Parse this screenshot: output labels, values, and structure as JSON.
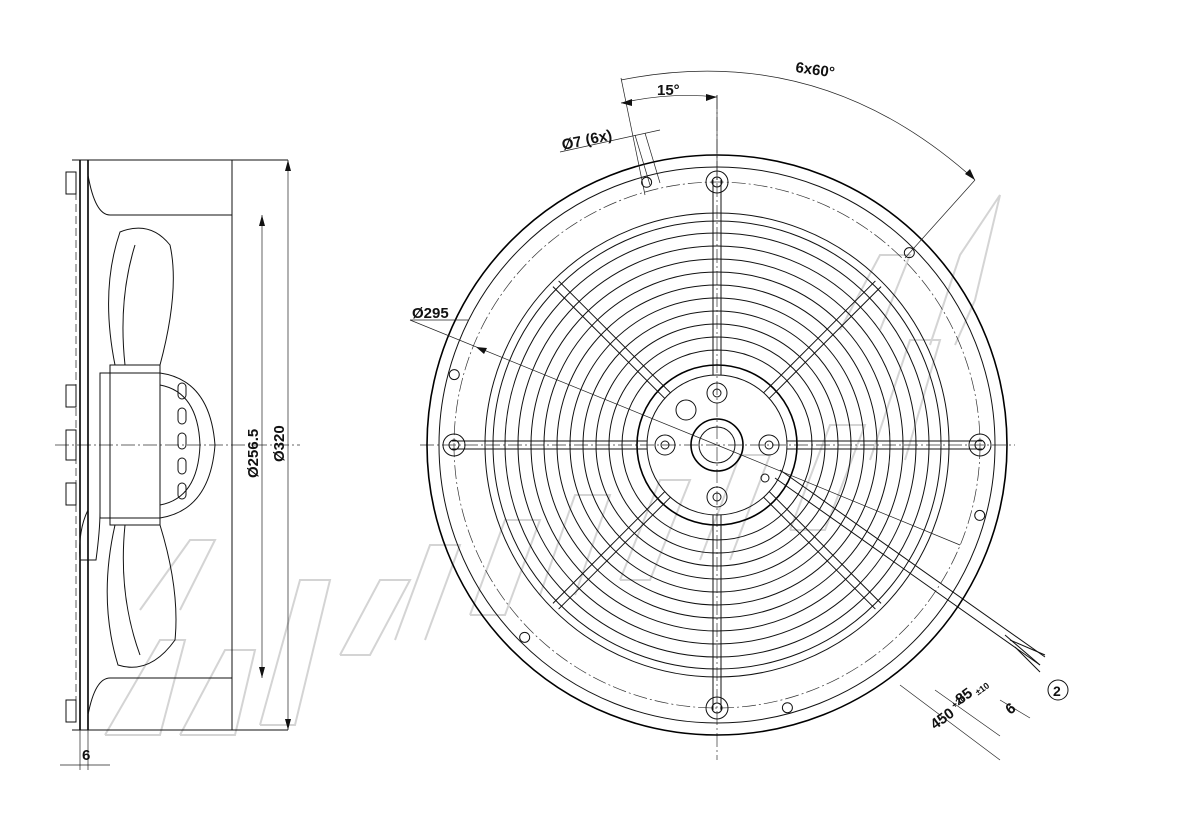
{
  "dimensions": {
    "angle_15": "15°",
    "angle_6x60": "6x60°",
    "hole_dia": "Ø7 (6x)",
    "bolt_circle": "Ø295",
    "inner_dia": "Ø256.5",
    "outer_dia": "Ø320",
    "flange_6": "6",
    "cable_85": "85",
    "cable_85_tol": "±10",
    "cable_450": "450",
    "cable_450_tol": "+20",
    "cable_6": "6",
    "marker_2": "2"
  },
  "colors": {
    "line": "#111111",
    "watermark": "#d4d4d4",
    "background": "#ffffff"
  }
}
